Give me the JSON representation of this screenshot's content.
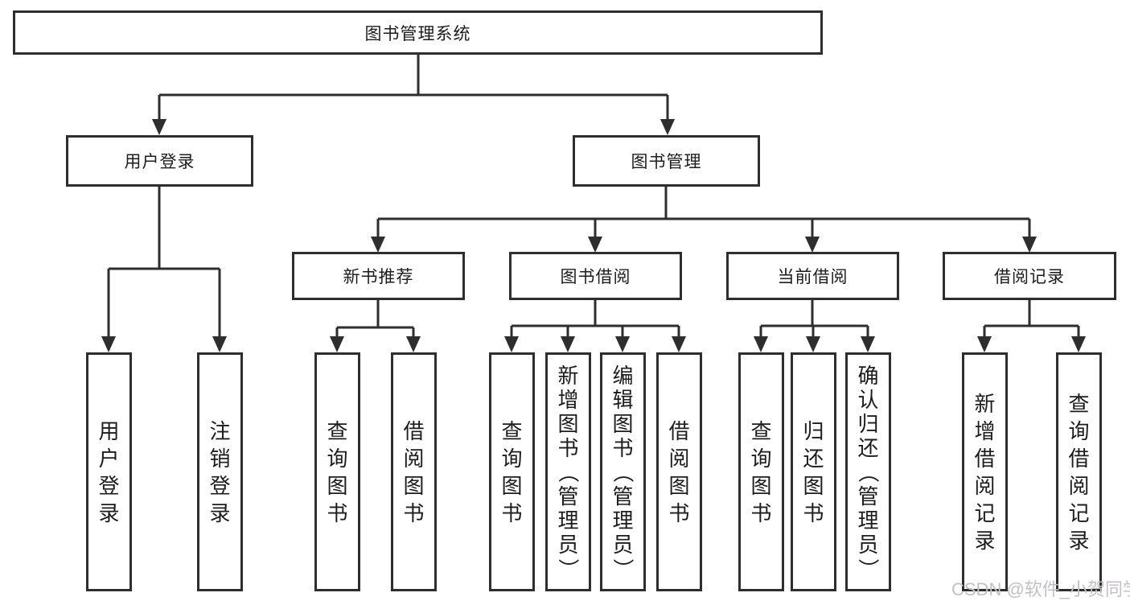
{
  "diagram": {
    "root": "图书管理系统",
    "level2": {
      "user_login": "用户登录",
      "book_management": "图书管理"
    },
    "level3": {
      "new_book_recommend": "新书推荐",
      "book_borrowing": "图书借阅",
      "current_borrowing": "当前借阅",
      "borrow_records": "借阅记录"
    },
    "leaves": {
      "user_login": "用户登录",
      "logout": "注销登录",
      "query_book_recommend": "查询图书",
      "borrow_book_recommend": "借阅图书",
      "query_book_borrowing": "查询图书",
      "add_book_admin": "新增图书（管理员）",
      "edit_book_admin": "编辑图书（管理员）",
      "borrow_book_borrowing": "借阅图书",
      "query_book_current": "查询图书",
      "return_book": "归还图书",
      "confirm_return_admin": "确认归还（管理员）",
      "add_borrow_record": "新增借阅记录",
      "query_borrow_record": "查询借阅记录"
    },
    "watermark": "CSDN @软件_小贺同学",
    "colors": {
      "line": "#2e2e2e",
      "text": "#1c1c1c",
      "watermark": "#c3c0c3",
      "background": "#ffffff"
    }
  }
}
